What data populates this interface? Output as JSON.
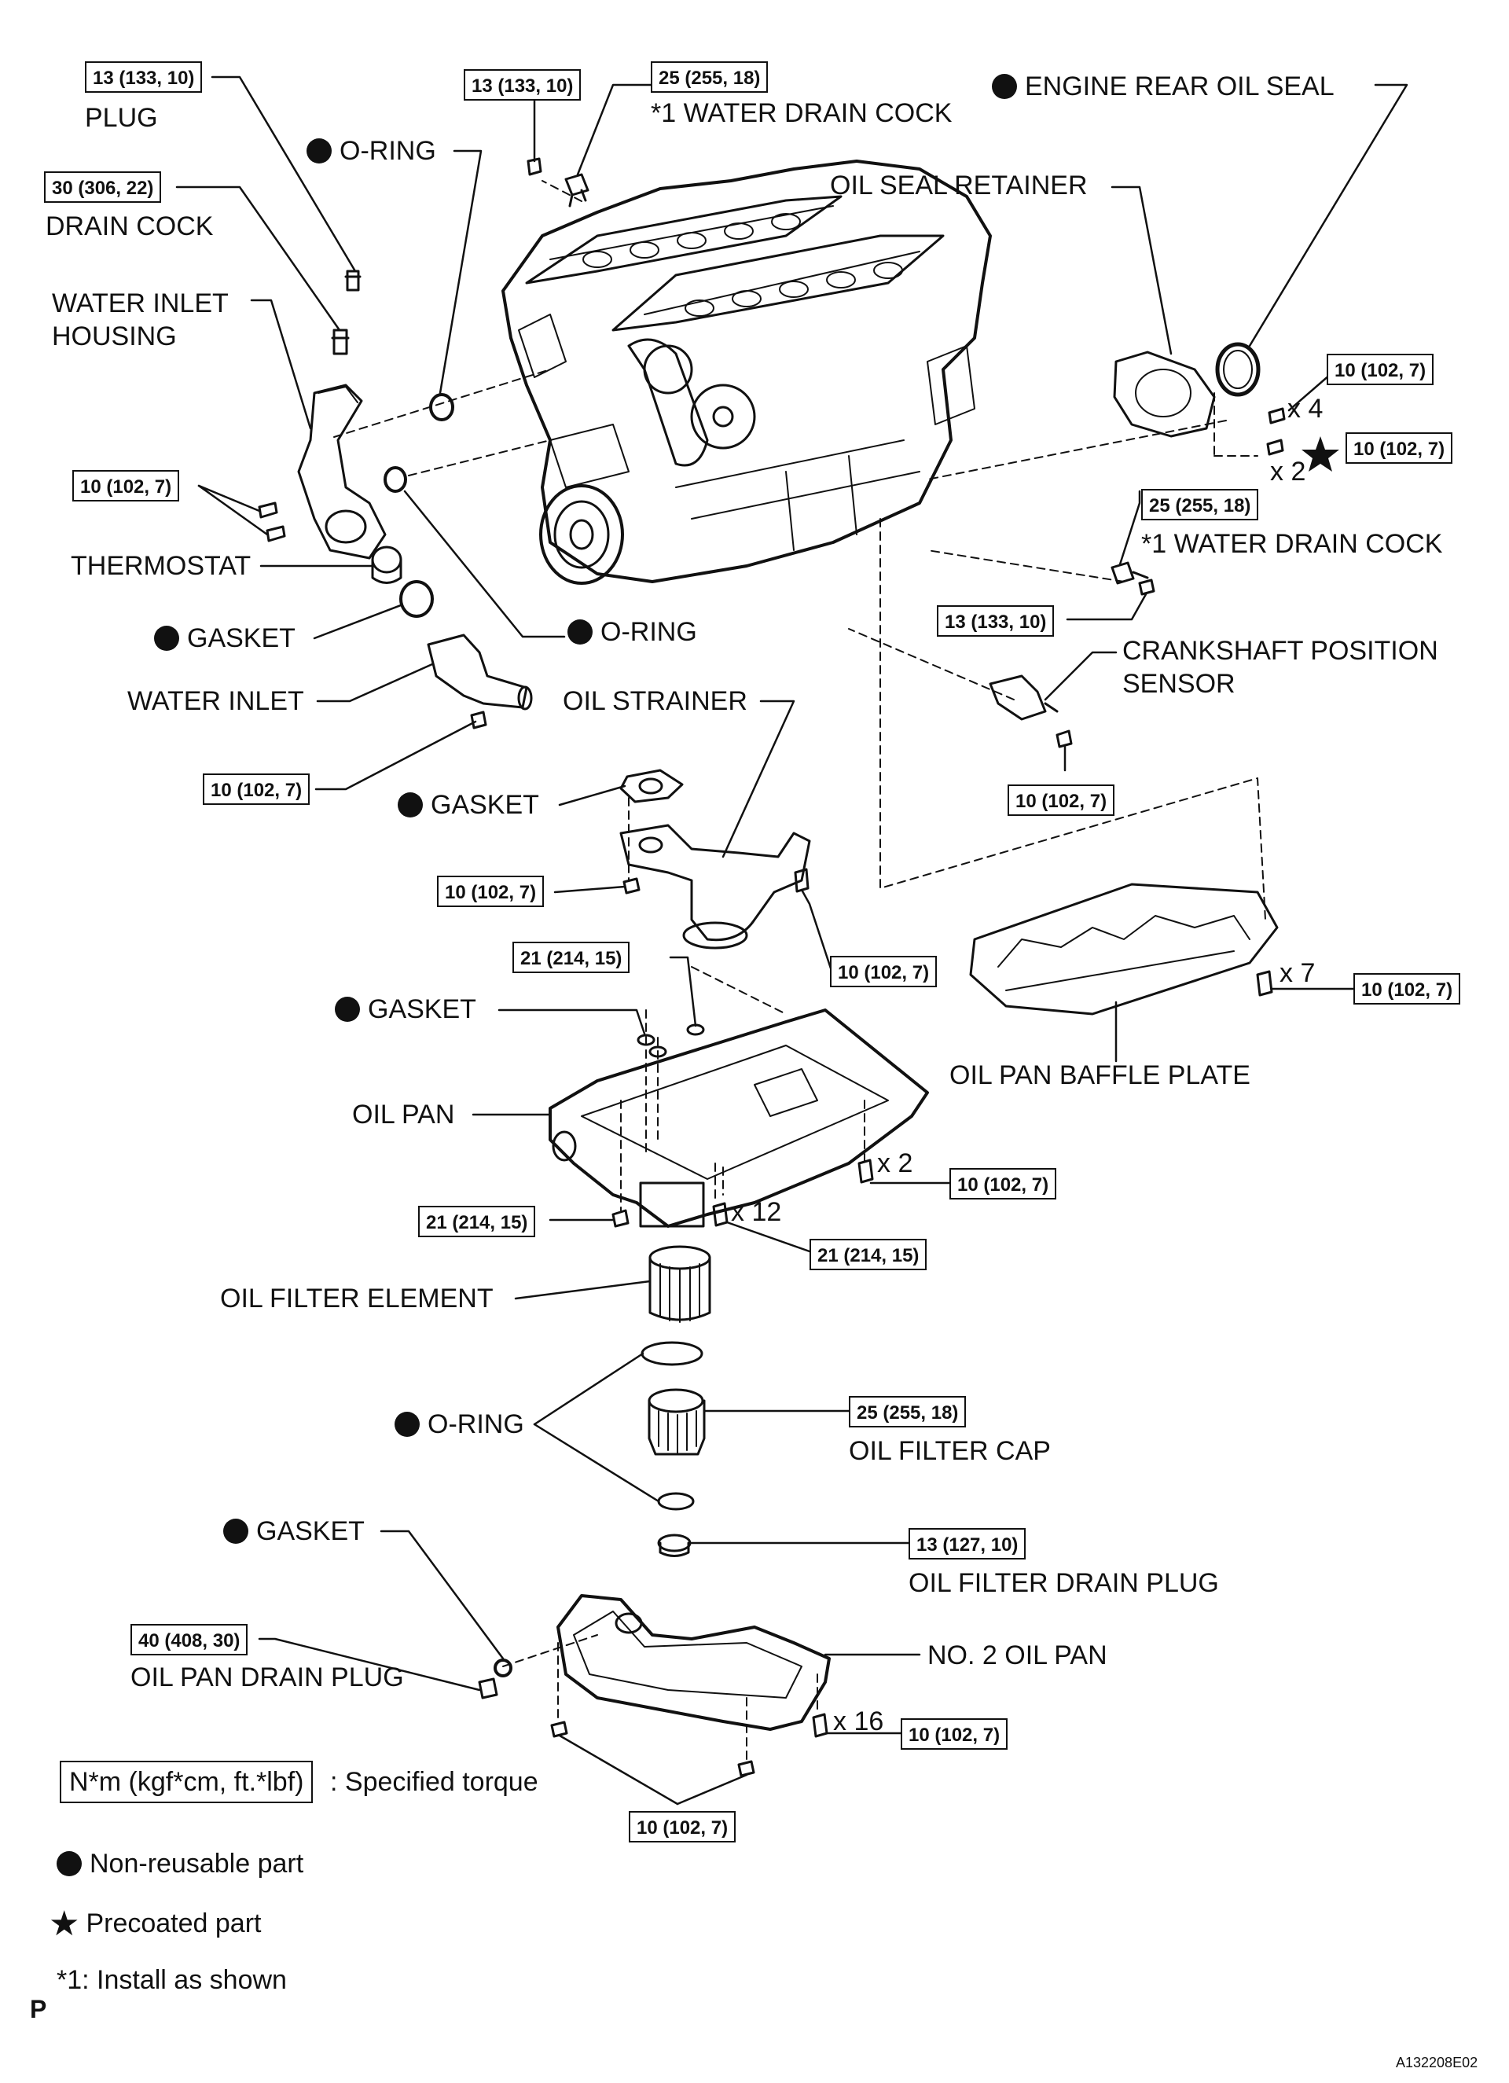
{
  "labels": {
    "plug": "PLUG",
    "drain_cock": "DRAIN COCK",
    "water_inlet_housing_1": "WATER INLET",
    "water_inlet_housing_2": "HOUSING",
    "o_ring_top": "O-RING",
    "water_drain_cock_top": "*1 WATER DRAIN COCK",
    "engine_rear_oil_seal": "ENGINE REAR OIL SEAL",
    "oil_seal_retainer": "OIL SEAL RETAINER",
    "thermostat": "THERMOSTAT",
    "gasket_thermostat": "GASKET",
    "o_ring_mid": "O-RING",
    "water_inlet": "WATER INLET",
    "water_drain_cock_right": "*1 WATER DRAIN COCK",
    "crankshaft_sensor_1": "CRANKSHAFT POSITION",
    "crankshaft_sensor_2": "SENSOR",
    "oil_strainer": "OIL STRAINER",
    "gasket_strainer": "GASKET",
    "gasket_oil_pan": "GASKET",
    "oil_pan": "OIL PAN",
    "oil_pan_baffle_plate": "OIL PAN BAFFLE PLATE",
    "oil_filter_element": "OIL FILTER ELEMENT",
    "o_ring_filter": "O-RING",
    "oil_filter_cap": "OIL FILTER CAP",
    "gasket_drain": "GASKET",
    "oil_filter_drain_plug": "OIL FILTER DRAIN PLUG",
    "oil_pan_drain_plug": "OIL PAN DRAIN PLUG",
    "no2_oil_pan": "NO. 2 OIL PAN"
  },
  "torques": {
    "plug": "13 (133, 10)",
    "drain_cock": "30 (306, 22)",
    "top_plug": "13 (133, 10)",
    "water_drain_cock_top": "25 (255, 18)",
    "retainer_x4": "10 (102, 7)",
    "retainer_x2": "10 (102, 7)",
    "housing_bolts": "10 (102, 7)",
    "water_drain_cock_right": "25 (255, 18)",
    "right_plug": "13 (133, 10)",
    "water_inlet_nut": "10 (102, 7)",
    "sensor_bolt": "10 (102, 7)",
    "strainer_nut": "10 (102, 7)",
    "strainer_bolt": "10 (102, 7)",
    "oil_pan_nut_top": "21 (214, 15)",
    "baffle_x7": "10 (102, 7)",
    "oil_pan_x2": "10 (102, 7)",
    "oil_pan_nut_bottom": "21 (214, 15)",
    "oil_pan_x12": "21 (214, 15)",
    "oil_filter_cap": "25 (255, 18)",
    "oil_filter_drain_plug": "13 (127, 10)",
    "oil_pan_drain_plug": "40 (408, 30)",
    "no2_pan_x16": "10 (102, 7)",
    "no2_pan_nuts": "10 (102, 7)"
  },
  "multipliers": {
    "x4": "x 4",
    "x2_retainer": "x 2",
    "x7": "x 7",
    "x2_pan": "x 2",
    "x12": "x 12",
    "x16": "x 16"
  },
  "legend": {
    "torque_unit": "N*m (kgf*cm, ft.*lbf)",
    "torque_desc": ": Specified torque",
    "non_reusable": "Non-reusable part",
    "precoated": "Precoated part",
    "install_note": "*1: Install as shown"
  },
  "footer": {
    "p_mark": "P",
    "figure_code": "A132208E02"
  }
}
